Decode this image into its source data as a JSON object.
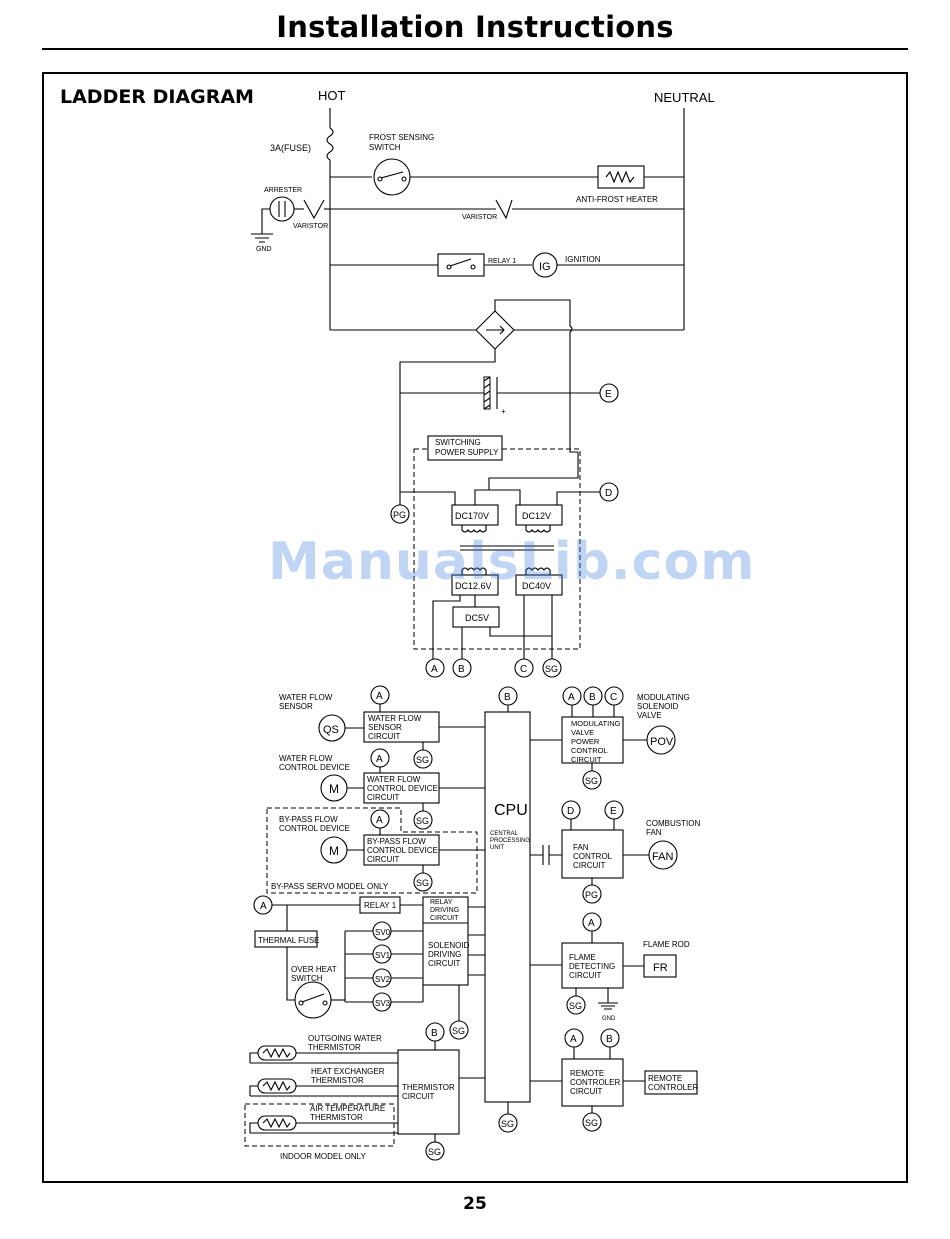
{
  "header": {
    "title": "Installation Instructions"
  },
  "section": {
    "title": "LADDER DIAGRAM"
  },
  "page_number": "25",
  "watermark": "ManualsLib.com",
  "rails": {
    "hot": "HOT",
    "neutral": "NEUTRAL"
  },
  "upper": {
    "fuse": "3A(FUSE)",
    "frost_switch": [
      "FROST SENSING",
      "SWITCH"
    ],
    "anti_frost_heater": "ANTI-FROST HEATER",
    "arrester": "ARRESTER",
    "varistor": "VARISTOR",
    "gnd": "GND",
    "relay1": "RELAY 1",
    "ig": "IG",
    "ignition": "IGNITION",
    "e": "E",
    "plus": "+",
    "switching_supply": [
      "SWITCHING",
      "POWER SUPPLY"
    ],
    "d": "D",
    "pg": "PG",
    "dc170": "DC170V",
    "dc12": "DC12V",
    "dc126": "DC12.6V",
    "dc40": "DC40V",
    "dc5": "DC5V",
    "a": "A",
    "b": "B",
    "c": "C",
    "sg": "SG"
  },
  "lower": {
    "cpu": "CPU",
    "cpu_sub": [
      "CENTRAL",
      "PROCESSING",
      "UNIT"
    ],
    "water_flow_sensor": [
      "WATER FLOW",
      "SENSOR"
    ],
    "qs": "QS",
    "wf_sensor_circuit": [
      "WATER FLOW",
      "SENSOR",
      "CIRCUIT"
    ],
    "water_flow_control": [
      "WATER FLOW",
      "CONTROL DEVICE"
    ],
    "m": "M",
    "wf_control_circuit": [
      "WATER FLOW",
      "CONTROL DEVICE",
      "CIRCUIT"
    ],
    "bypass_control": [
      "BY-PASS FLOW",
      "CONTROL DEVICE"
    ],
    "bypass_circuit": [
      "BY-PASS FLOW",
      "CONTROL DEVICE",
      "CIRCUIT"
    ],
    "bypass_note": "BY-PASS SERVO MODEL ONLY",
    "relay1": "RELAY 1",
    "relay_driving": [
      "RELAY",
      "DRIVING",
      "CIRCUIT"
    ],
    "thermal_fuse": "THERMAL FUSE",
    "over_heat": [
      "OVER HEAT",
      "SWITCH"
    ],
    "sv0": "SV0",
    "sv1": "SV1",
    "sv2": "SV2",
    "sv3": "SV3",
    "solenoid_driving": [
      "SOLENOID",
      "DRIVING",
      "CIRCUIT"
    ],
    "outgoing_thermistor": [
      "OUTGOING WATER",
      "THERMISTOR"
    ],
    "heat_exchanger_thermistor": [
      "HEAT EXCHANGER",
      "THERMISTOR"
    ],
    "air_temp_thermistor": [
      "AIR TEMPERATURE",
      "THERMISTOR"
    ],
    "thermistor_circuit": [
      "THERMISTOR",
      "CIRCUIT"
    ],
    "indoor_note": "INDOOR MODEL ONLY",
    "modulating_valve": [
      "MODULATING",
      "SOLENOID",
      "VALVE"
    ],
    "mod_valve_circuit": [
      "MODULATING",
      "VALVE",
      "POWER",
      "CONTROL",
      "CIRCUIT"
    ],
    "pov": "POV",
    "combustion_fan": [
      "COMBUSTION",
      "FAN"
    ],
    "fan_circuit": [
      "FAN",
      "CONTROL",
      "CIRCUIT"
    ],
    "fan": "FAN",
    "flame_rod": "FLAME ROD",
    "flame_circuit": [
      "FLAME",
      "DETECTING",
      "CIRCUIT"
    ],
    "fr": "FR",
    "gnd": "GND",
    "remote_circuit": [
      "REMOTE",
      "CONTROLER",
      "CIRCUIT"
    ],
    "remote_controler": [
      "REMOTE",
      "CONTROLER"
    ],
    "a": "A",
    "b": "B",
    "c": "C",
    "d": "D",
    "e": "E",
    "sg": "SG",
    "pg": "PG"
  }
}
